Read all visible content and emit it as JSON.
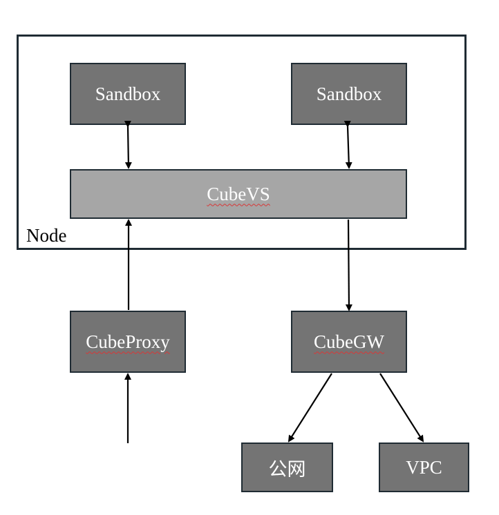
{
  "diagram": {
    "container": {
      "label": "Node"
    },
    "nodes": {
      "sandbox_left": "Sandbox",
      "sandbox_right": "Sandbox",
      "cubevs": "CubeVS",
      "cubeproxy": "CubeProxy",
      "cubegw": "CubeGW",
      "gongwang": "公网",
      "vpc": "VPC"
    },
    "edges": [
      {
        "from": "sandbox_left",
        "to": "cubevs",
        "direction": "both"
      },
      {
        "from": "sandbox_right",
        "to": "cubevs",
        "direction": "both"
      },
      {
        "from": "cubeproxy",
        "to": "cubevs",
        "direction": "forward"
      },
      {
        "from": "external",
        "to": "cubeproxy",
        "direction": "forward"
      },
      {
        "from": "cubevs",
        "to": "cubegw",
        "direction": "forward"
      },
      {
        "from": "cubegw",
        "to": "gongwang",
        "direction": "forward"
      },
      {
        "from": "cubegw",
        "to": "vpc",
        "direction": "forward"
      }
    ],
    "colors": {
      "box_dark": "#747474",
      "box_light": "#a6a6a6",
      "border": "#1f2b33",
      "text": "#ffffff",
      "spellcheck_underline": "#d93636"
    }
  }
}
